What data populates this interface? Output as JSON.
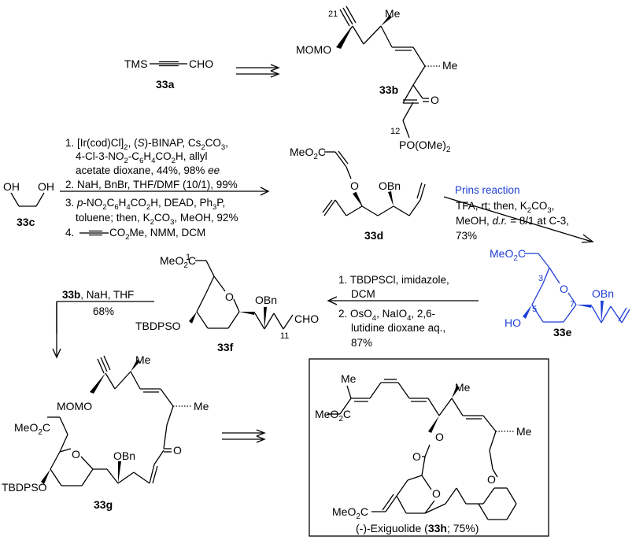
{
  "compounds": {
    "c33a": "33a",
    "c33b": "33b",
    "c33c": "33c",
    "c33d": "33d",
    "c33e": "33e",
    "c33f": "33f",
    "c33g": "33g",
    "c33h_prefix": "(-)-Exiguolide (",
    "c33h_bold": "33h",
    "c33h_suffix": "; 75%)"
  },
  "atoms": {
    "tms": "TMS",
    "cho": "CHO",
    "momo": "MOMO",
    "me": "Me",
    "o": "O",
    "po_ome2": "PO(OMe)",
    "sub2": "2",
    "oh": "OH",
    "ho": "HO",
    "meo2c": "MeO",
    "c_suffix": "C",
    "obn": "OBn",
    "tbdpso": "TBDPSO",
    "co2me": "CO",
    "me_suffix": "Me"
  },
  "numbers": {
    "n21": "21",
    "n12": "12",
    "n1": "1",
    "n3": "3",
    "n5": "5",
    "n7": "7",
    "n11": "11"
  },
  "conditions": {
    "step1_line1": "1. [Ir(cod)Cl]",
    "step1_line1b": ", (",
    "step1_line1c": "S",
    "step1_line1d": ")-BINAP, Cs",
    "step1_line1e": "CO",
    "step1_line2": "4-Cl-3-NO",
    "step1_line2b": "-C",
    "step1_line2c": "H",
    "step1_line2d": "CO",
    "step1_line2e": "H, allyl",
    "step1_line3": "acetate dioxane, 44%, 98% ",
    "step1_line3ee": "ee",
    "step2": "2. NaH, BnBr, THF/DMF (10/1), 99%",
    "step3_line1": "3. ",
    "step3_line1p": "p",
    "step3_line1b": "-NO",
    "step3_line1c": "C",
    "step3_line1d": "H",
    "step3_line1e": "CO",
    "step3_line1f": "H, DEAD, Ph",
    "step3_line1g": "P,",
    "step3_line2": "toluene; then, K",
    "step3_line2b": "CO",
    "step3_line2c": ", MeOH, 92%",
    "step4": "4.",
    "step4b": "CO",
    "step4c": "Me, NMM, DCM",
    "prins_title": "Prins reaction",
    "prins_line1": "TFA, rt; then, K",
    "prins_line1b": "CO",
    "prins_line1c": ",",
    "prins_line2": "MeOH, ",
    "prins_line2dr": "d.r.",
    "prins_line2b": " = 8/1 at C-3,",
    "prins_line3": "73%",
    "ef_line1": "1. TBDPSCl, imidazole,",
    "ef_line2": "DCM",
    "ef_line3": "2. OsO",
    "ef_line3b": ", NaIO",
    "ef_line3c": ", 2,6-",
    "ef_line4": "lutidine dioxane aq.,",
    "ef_line5": "87%",
    "fg_line1a": "33b",
    "fg_line1b": ", NaH, THF",
    "fg_line2": "68%",
    "sub2": "2",
    "sub3": "3",
    "sub4": "4",
    "sub6": "6"
  },
  "colors": {
    "highlight": "#1f3fd6",
    "text": "#000000"
  }
}
